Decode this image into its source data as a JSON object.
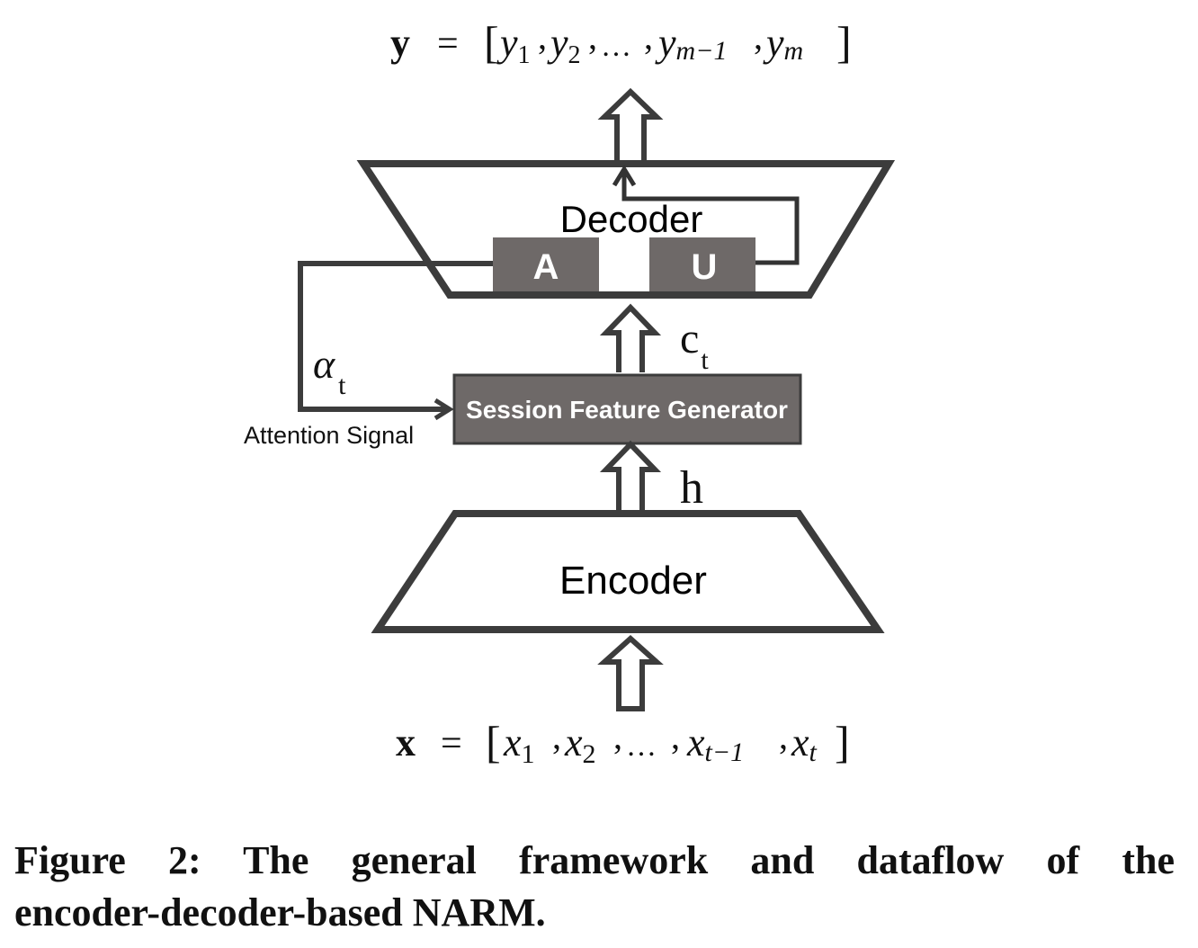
{
  "figure": {
    "output_sequence": {
      "symbol": "y",
      "equals": "=",
      "open": "[",
      "items": [
        {
          "base": "y",
          "sub": "1"
        },
        {
          "base": "y",
          "sub": "2"
        },
        {
          "base": "…",
          "sub": ""
        },
        {
          "base": "y",
          "sub": "m−1"
        },
        {
          "base": "y",
          "sub": "m"
        }
      ],
      "close": "]"
    },
    "input_sequence": {
      "symbol": "x",
      "equals": "=",
      "open": "[",
      "items": [
        {
          "base": "x",
          "sub": "1"
        },
        {
          "base": "x",
          "sub": "2"
        },
        {
          "base": "…",
          "sub": ""
        },
        {
          "base": "x",
          "sub": "t−1"
        },
        {
          "base": "x",
          "sub": "t"
        }
      ],
      "close": "]"
    },
    "decoder": {
      "label": "Decoder",
      "block_a": "A",
      "block_u": "U"
    },
    "session_feature_generator": {
      "label": "Session Feature Generator"
    },
    "encoder": {
      "label": "Encoder"
    },
    "labels": {
      "context": {
        "base": "c",
        "sub": "t"
      },
      "hidden": "h",
      "attention_weight": {
        "base": "α",
        "sub": "t"
      },
      "attention_signal": "Attention Signal"
    },
    "colors": {
      "stroke": "#3c3c3c",
      "block_fill": "#6e6968",
      "block_text": "#ffffff",
      "text": "#111111"
    }
  },
  "caption": {
    "line1": "Figure 2: The general framework and dataflow of the",
    "line2": "encoder-decoder-based NARM."
  }
}
